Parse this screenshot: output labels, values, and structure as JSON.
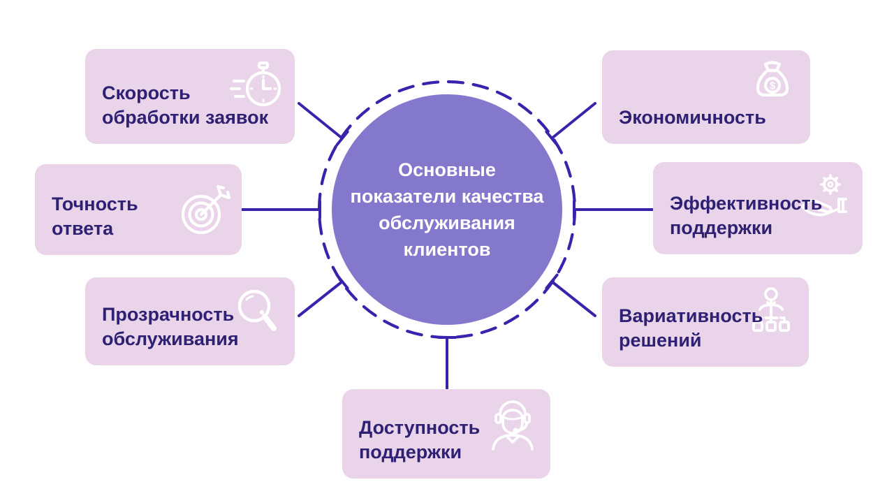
{
  "center": {
    "title": "Основные\nпоказатели качества\nобслуживания\nклиентов"
  },
  "nodes": [
    {
      "id": "speed",
      "label": "Скорость\nобработки заявок",
      "icon": "stopwatch-icon"
    },
    {
      "id": "accuracy",
      "label": "Точность\nответа",
      "icon": "target-arrow-icon"
    },
    {
      "id": "transparency",
      "label": "Прозрачность\nобслуживания",
      "icon": "magnifier-icon"
    },
    {
      "id": "economy",
      "label": "Экономичность",
      "icon": "money-bag-icon"
    },
    {
      "id": "effectiveness",
      "label": "Эффективность\nподдержки",
      "icon": "hand-gear-icon"
    },
    {
      "id": "variability",
      "label": "Вариативность\nрешений",
      "icon": "person-hierarchy-icon"
    },
    {
      "id": "availability",
      "label": "Доступность\nподдержки",
      "icon": "support-agent-icon"
    }
  ],
  "colors": {
    "background": "#ffffff",
    "card_fill": "#e9d4e9",
    "card_text": "#2e2173",
    "circle_fill": "#8478cd",
    "circle_text": "#ffffff",
    "connector": "#3b22ad",
    "icon": "#ffffff"
  }
}
